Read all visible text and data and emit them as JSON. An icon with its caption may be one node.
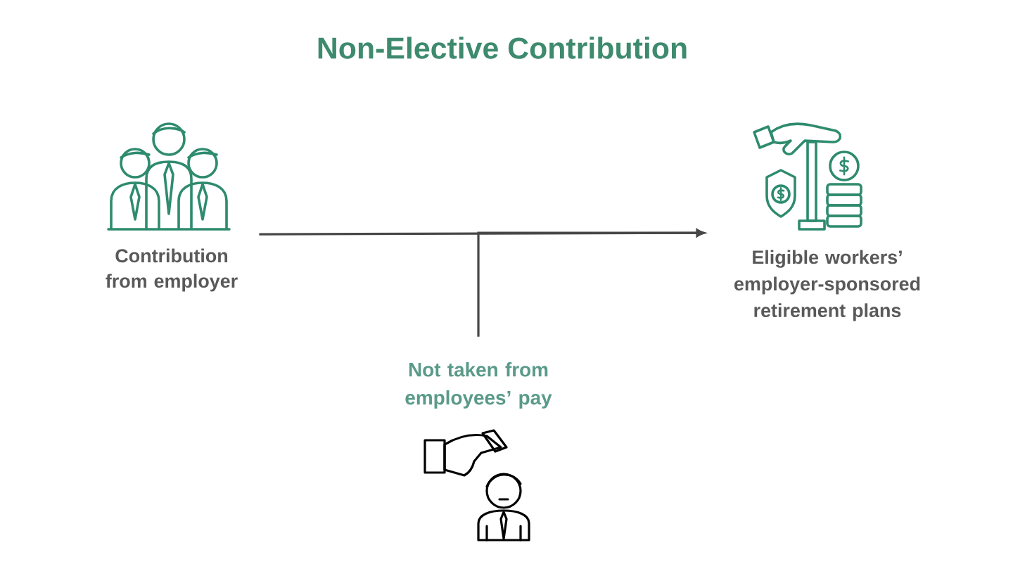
{
  "diagram": {
    "title": "Non-Elective Contribution",
    "nodes": [
      {
        "text": [
          "Contribution from employer"
        ]
      },
      {
        "text": [
          "Eligible workers’ employer-sponsored retirement plans"
        ]
      },
      {
        "text": [
          "Not taken from employees’ pay"
        ]
      }
    ],
    "edges": [
      {
        "from": 0,
        "to": 1,
        "arrow": "to"
      },
      {
        "from": 2,
        "to": 1,
        "arrow": "to"
      }
    ]
  }
}
